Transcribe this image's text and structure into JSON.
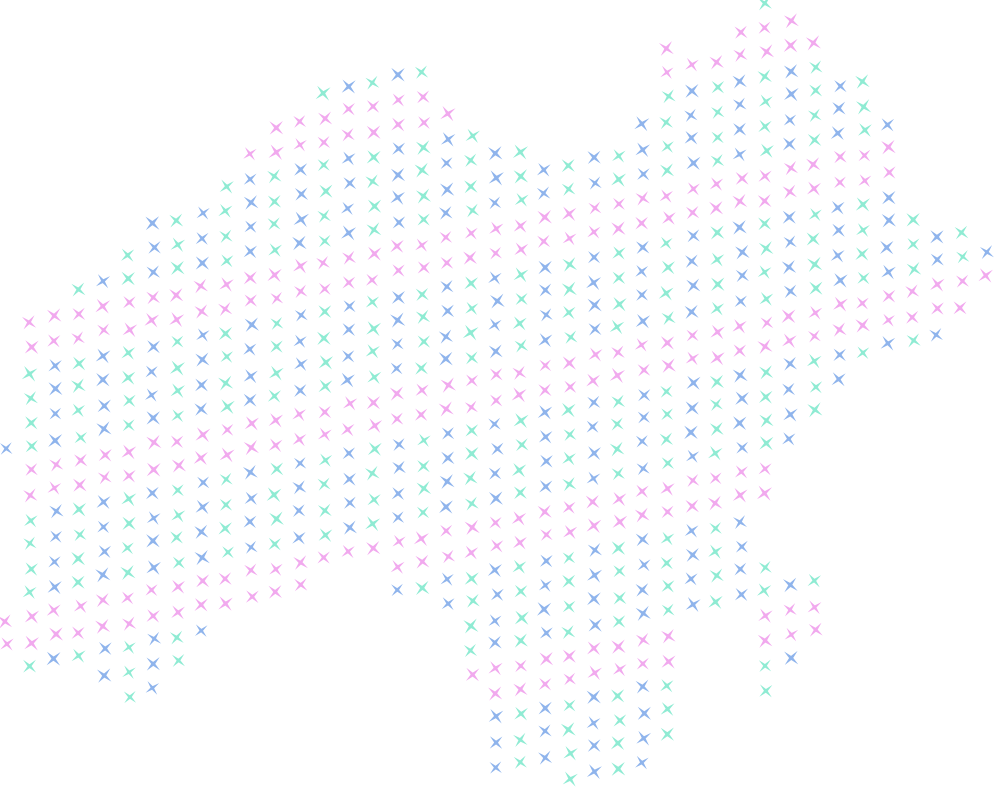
{
  "pattern": {
    "motif": "four-point-star",
    "palette": {
      "blue": "#8FB4EC",
      "teal": "#8FEBD3",
      "pink": "#F1A9EE"
    },
    "cycle": [
      "blue",
      "teal",
      "pink",
      "teal",
      "blue",
      "pink"
    ]
  }
}
